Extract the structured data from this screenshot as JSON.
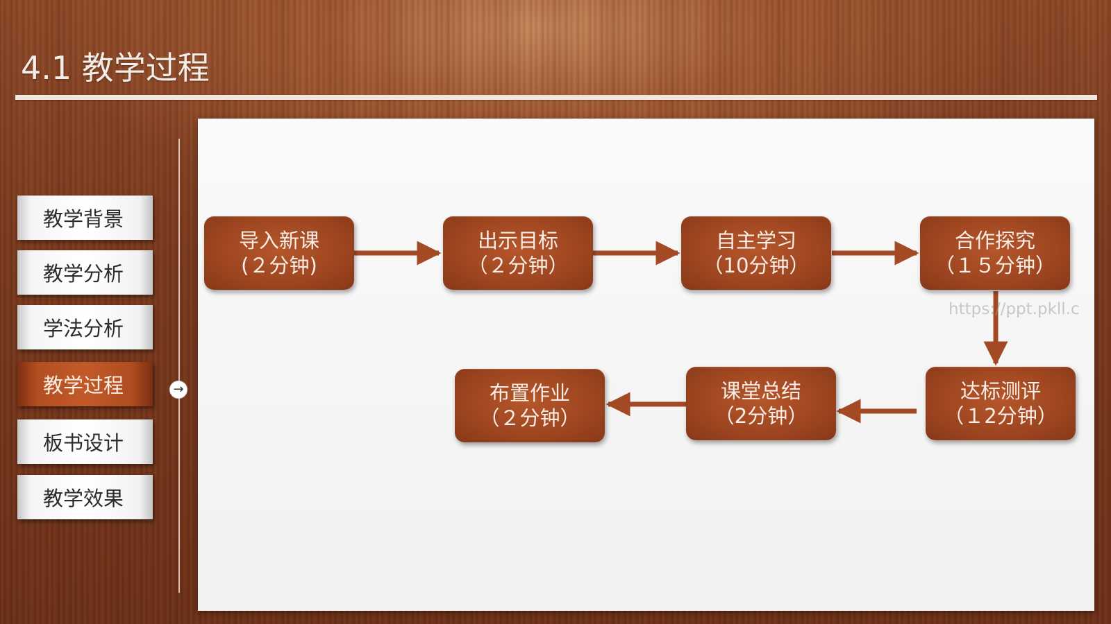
{
  "title": "4.1 教学过程",
  "nav": {
    "items": [
      {
        "label": "教学背景"
      },
      {
        "label": "教学分析"
      },
      {
        "label": "学法分析"
      },
      {
        "label": "教学过程"
      },
      {
        "label": "板书设计"
      },
      {
        "label": "教学效果"
      }
    ],
    "active_index": 3
  },
  "flow": {
    "steps": [
      {
        "name": "导入新课",
        "duration": "(２分钟)"
      },
      {
        "name": "出示目标",
        "duration": "（２分钟）"
      },
      {
        "name": "自主学习",
        "duration": "（10分钟）"
      },
      {
        "name": "合作探究",
        "duration": "（１５分钟）"
      },
      {
        "name": "达标测评",
        "duration": "（１2分钟）"
      },
      {
        "name": "课堂总结",
        "duration": "（2分钟）"
      },
      {
        "name": "布置作业",
        "duration": "（２分钟）"
      }
    ]
  },
  "watermark": "https://ppt.pkll.c",
  "colors": {
    "step_fill": "#9d4520",
    "arrow": "#a34a25",
    "panel": "#f5f5f5",
    "active_nav": "#b44f22"
  }
}
